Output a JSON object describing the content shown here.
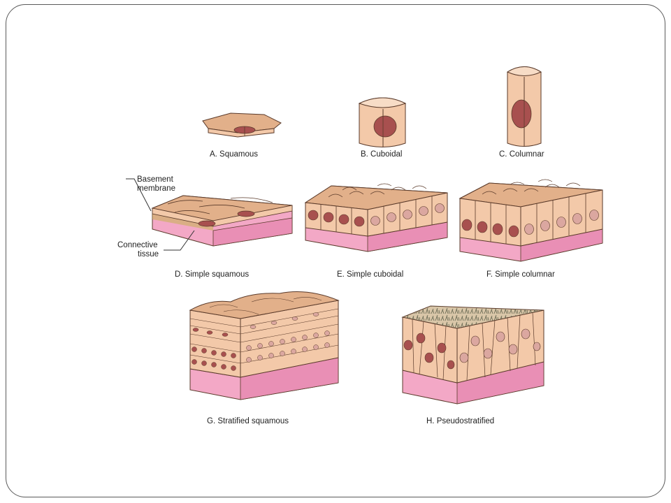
{
  "labels": {
    "a": "A. Squamous",
    "b": "B. Cuboidal",
    "c": "C. Columnar",
    "d": "D. Simple squamous",
    "e": "E. Simple cuboidal",
    "f": "F. Simple columnar",
    "g": "G. Stratified squamous",
    "h": "H. Pseudostratified",
    "basement_1": "Basement",
    "basement_2": "membrane",
    "connective_1": "Connective",
    "connective_2": "tissue"
  },
  "colors": {
    "cell_fill": "#f3c9a9",
    "cell_top": "#e2b08a",
    "cell_stroke": "#5a3a2a",
    "nucleus": "#a8504f",
    "nucleus_light": "#dba7a0",
    "connective": "#f3a8c6",
    "connective_side": "#e98fb5",
    "basement": "#c9b25a"
  }
}
